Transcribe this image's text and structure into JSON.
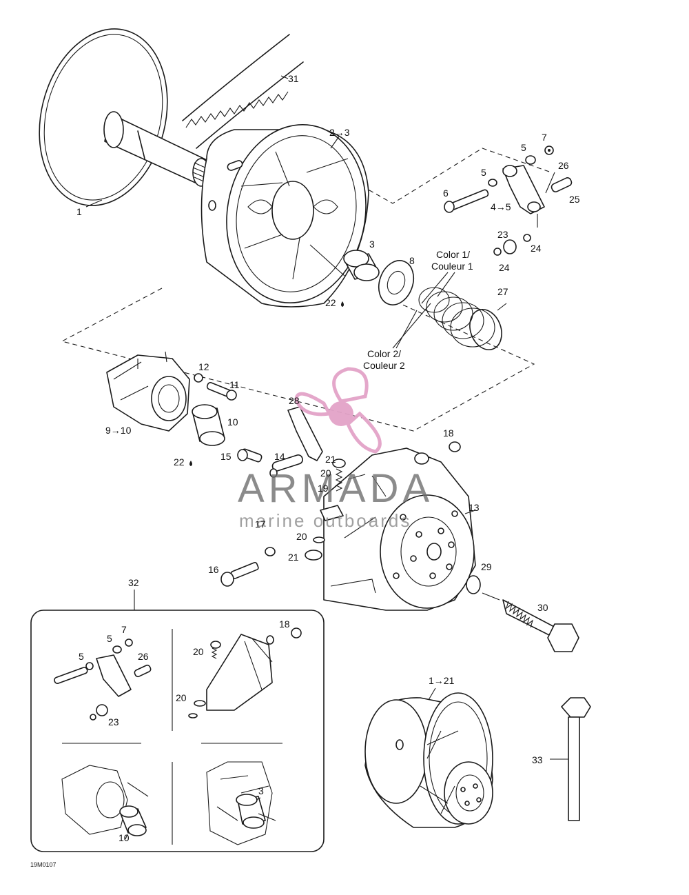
{
  "diagram": {
    "code": "19M0107",
    "inset_callout": "32",
    "part_labels": {
      "p1": "1",
      "p31": "31",
      "p2to3": "2→3",
      "p7a": "7",
      "p5a": "5",
      "p26a": "26",
      "p5b": "5",
      "p6": "6",
      "p4to5": "4→5",
      "p25": "25",
      "p23a": "23",
      "p24a": "24",
      "p24b": "24",
      "p3a": "3",
      "p8": "8",
      "p22a": "22",
      "p27": "27",
      "p12": "12",
      "p11": "11",
      "p28": "28",
      "p9to10": "9→10",
      "p10a": "10",
      "p22b": "22",
      "p15": "15",
      "p14": "14",
      "p21a": "21",
      "p20a": "20",
      "p19": "19",
      "p18a": "18",
      "p13": "13",
      "p20b": "20",
      "p21b": "21",
      "p17": "17",
      "p16": "16",
      "p29": "29",
      "p30": "30",
      "p1to21": "1→21",
      "p33": "33",
      "i7": "7",
      "i5a": "5",
      "i26": "26",
      "i5b": "5",
      "i23": "23",
      "i18": "18",
      "i20a": "20",
      "i20b": "20",
      "i10": "10",
      "i3": "3"
    },
    "color1": [
      "Color 1/",
      "Couleur 1"
    ],
    "color2": [
      "Color 2/",
      "Couleur 2"
    ]
  },
  "watermark": {
    "brand": "ARMADA",
    "tagline": "marine outboards",
    "logo_color": "#e3a3c8"
  }
}
